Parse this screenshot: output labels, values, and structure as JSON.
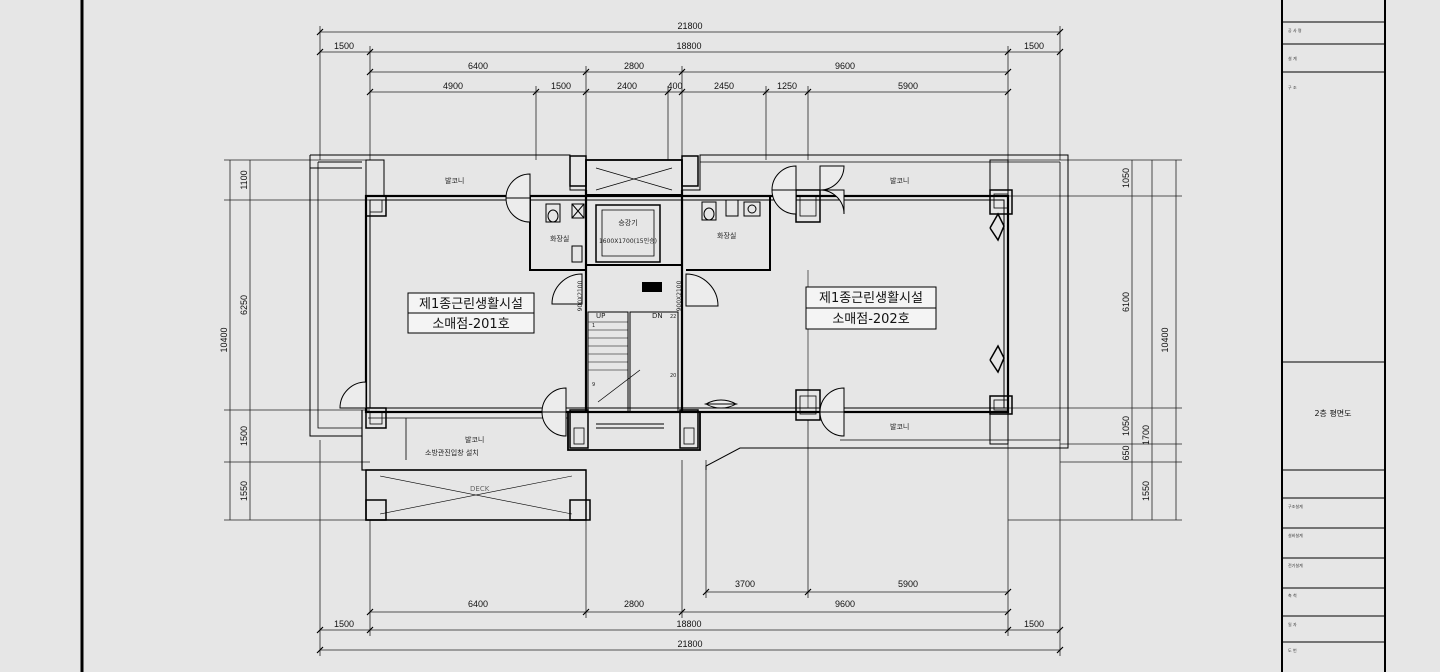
{
  "dimensions": {
    "top_overall": "21800",
    "top_mid": "18800",
    "top_side": "1500",
    "top_bays": [
      "6400",
      "2800",
      "9600"
    ],
    "top_sub": [
      "4900",
      "1500",
      "2400",
      "400",
      "2450",
      "1250",
      "5900"
    ],
    "bottom_sub": [
      "3700",
      "5900"
    ],
    "bottom_bays": [
      "6400",
      "2800",
      "9600"
    ],
    "bottom_side": "1500",
    "bottom_mid": "18800",
    "bottom_overall": "21800",
    "left_parts": [
      "1100",
      "6250",
      "1500",
      "1550"
    ],
    "left_total": "10400",
    "right_parts": [
      "1050",
      "6100",
      "1050",
      "650",
      "1550"
    ],
    "right_mid": "1700",
    "right_total": "10400",
    "door_widths": [
      "900X2100",
      "900X2100"
    ]
  },
  "labels": {
    "balcony": "발코니",
    "toilet": "화장실",
    "elevator": "승강기",
    "elevator_size": "1600X1700(15인승)",
    "stair_up": "UP",
    "stair_dn": "DN",
    "stair_n1": "1",
    "stair_n20": "20",
    "stair_n22": "22",
    "stair_n9": "9",
    "fire_window": "소방관진입창 설치",
    "lower_roof": "DECK"
  },
  "rooms": [
    {
      "use": "제1종근린생활시설",
      "unit": "소매점-201호"
    },
    {
      "use": "제1종근린생활시설",
      "unit": "소매점-202호"
    }
  ],
  "title_block": {
    "rows": [
      "공 사 명",
      "설 계",
      "구 조",
      "구조설계",
      "설비설계",
      "전기설계",
      "축 척",
      "일 자",
      "도 번"
    ],
    "drawing_title": "2층 평면도"
  }
}
